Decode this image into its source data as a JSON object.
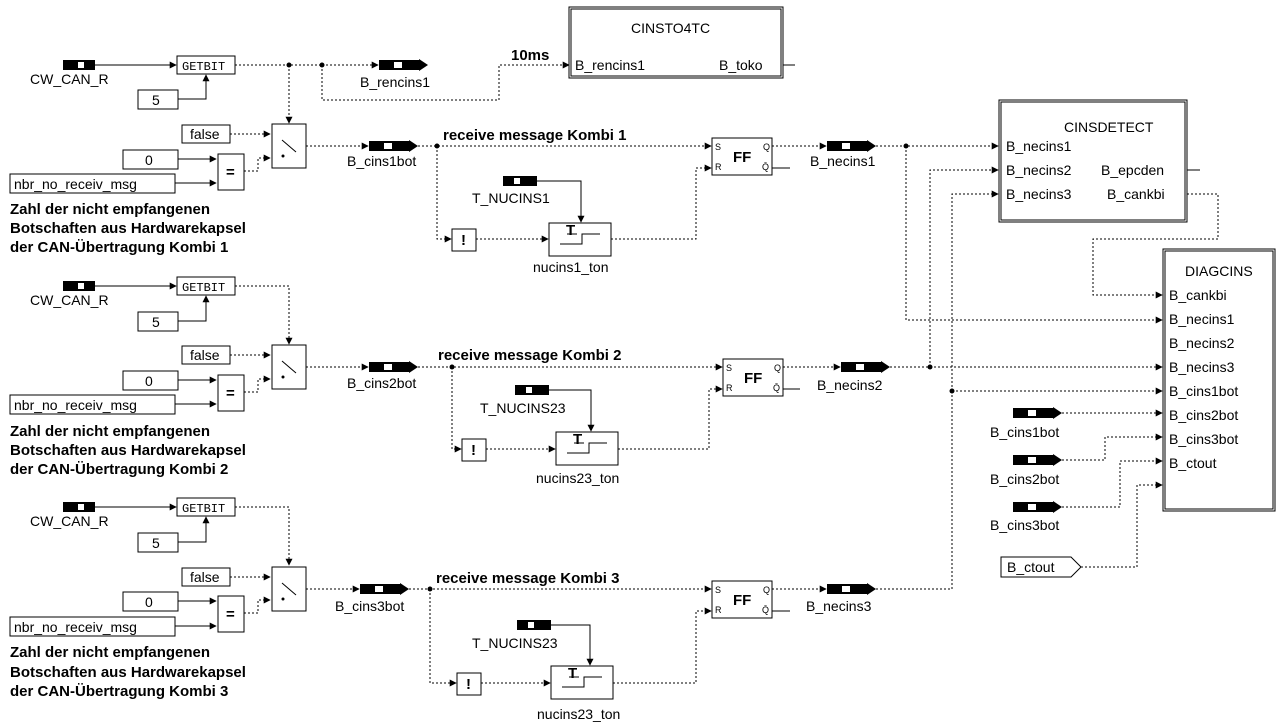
{
  "signals": {
    "cw_can_r": "CW_CAN_R",
    "getbit": "GETBIT",
    "const_five": "5",
    "const_false": "false",
    "const_zero": "0",
    "nbr_no_receiv_msg": "nbr_no_receiv_msg",
    "eq": "=",
    "not": "!",
    "b_rencins1": "B_rencins1",
    "rate_10ms": "10ms",
    "b_cins1bot": "B_cins1bot",
    "b_cins2bot": "B_cins2bot",
    "b_cins3bot": "B_cins3bot",
    "b_necins1": "B_necins1",
    "b_necins2": "B_necins2",
    "b_necins3": "B_necins3",
    "t_nucins1": "T_NUCINS1",
    "t_nucins23": "T_NUCINS23",
    "nucins1_ton": "nucins1_ton",
    "nucins23_ton": "nucins23_ton",
    "b_ctout": "B_ctout",
    "ff": "FF",
    "ff_s": "S",
    "ff_r": "R",
    "ff_q": "Q",
    "ff_qbar": "Q̄"
  },
  "headings": {
    "kombi1": "receive message Kombi 1",
    "kombi2": "receive message Kombi 2",
    "kombi3": "receive message Kombi 3"
  },
  "notes": {
    "k1_line1": "Zahl der nicht empfangenen",
    "k1_line2": "Botschaften aus Hardwarekapsel",
    "k1_line3": "der CAN-Übertragung Kombi 1",
    "k2_line1": "Zahl der nicht empfangenen",
    "k2_line2": "Botschaften aus Hardwarekapsel",
    "k2_line3": "der CAN-Übertragung Kombi 2",
    "k3_line1": "Zahl der nicht empfangenen",
    "k3_line2": "Botschaften aus Hardwarekapsel",
    "k3_line3": "der CAN-Übertragung Kombi 3"
  },
  "blocks": {
    "cinsto4tc": {
      "title": "CINSTO4TC",
      "in1": "B_rencins1",
      "out1": "B_toko"
    },
    "cinsdetect": {
      "title": "CINSDETECT",
      "in1": "B_necins1",
      "in2": "B_necins2",
      "in3": "B_necins3",
      "out1": "B_epcden",
      "out2": "B_cankbi"
    },
    "diagcins": {
      "title": "DIAGCINS",
      "ports": [
        "B_cankbi",
        "B_necins1",
        "B_necins2",
        "B_necins3",
        "B_cins1bot",
        "B_cins2bot",
        "B_cins3bot",
        "B_ctout"
      ]
    }
  }
}
